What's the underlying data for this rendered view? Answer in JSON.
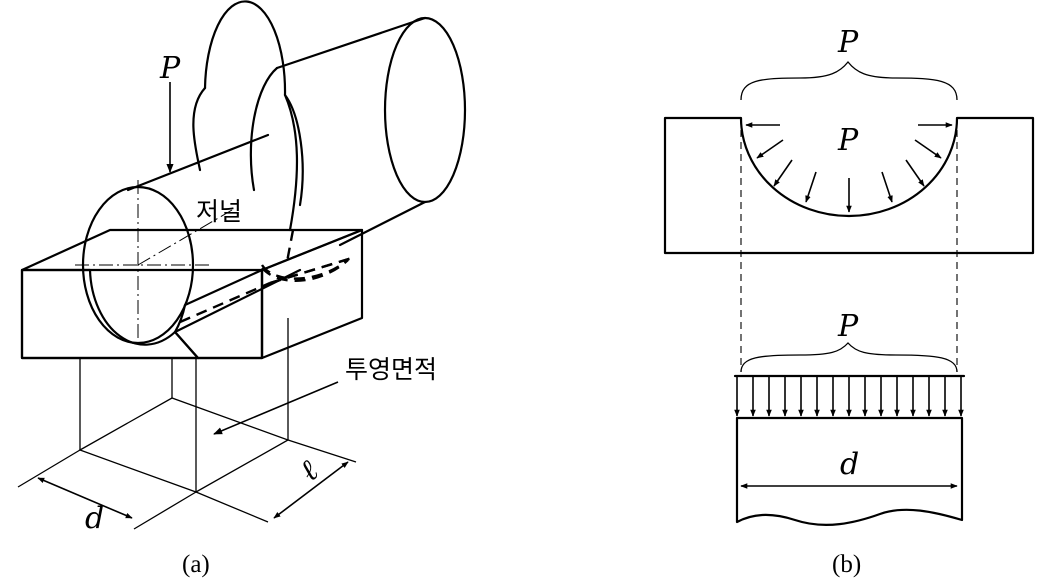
{
  "colors": {
    "fill": "#f8d6de",
    "line": "#000000",
    "background": "#ffffff"
  },
  "panel_a": {
    "load_label": "P",
    "journal_label": "저널",
    "projected_area_label": "투영면적",
    "diameter_label": "d",
    "length_label": "ℓ",
    "caption": "(a)"
  },
  "panel_b": {
    "load_label_top": "P",
    "pressure_label": "P",
    "load_label_bottom": "P",
    "diameter_label": "d",
    "caption": "(b)"
  }
}
